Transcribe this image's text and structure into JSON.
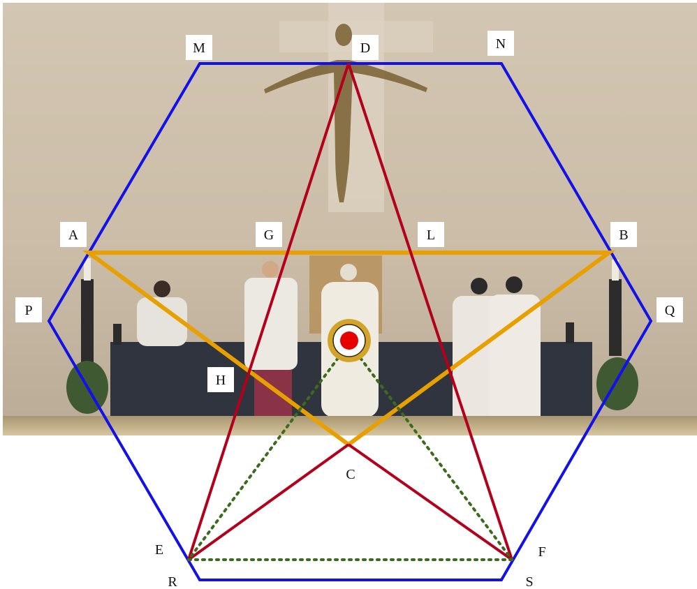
{
  "diagram": {
    "colors": {
      "hexagon": "#1212e8",
      "star_triangles": "#b3001b",
      "inverted_triangle": "#e8a000",
      "dotted_triangle": "#3c6b1e",
      "target_outer": "#d2a52a",
      "target_inner": "#e60000"
    },
    "labels": {
      "M": "M",
      "D": "D",
      "N": "N",
      "A": "A",
      "G": "G",
      "L": "L",
      "B": "B",
      "P": "P",
      "Q": "Q",
      "H": "H",
      "C": "C",
      "E": "E",
      "F": "F",
      "R": "R",
      "S": "S"
    }
  }
}
